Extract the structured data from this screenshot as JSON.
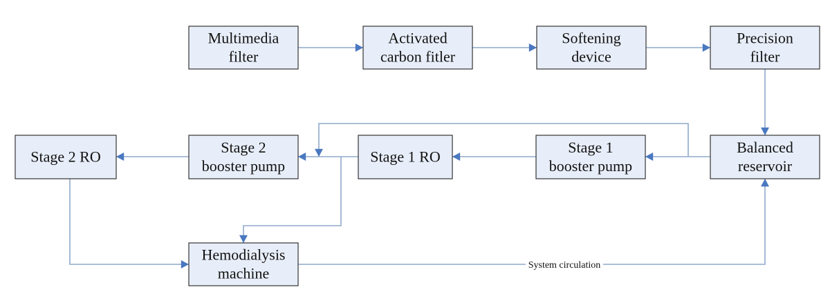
{
  "diagram": {
    "type": "flowchart",
    "nodes": [
      {
        "id": "multimedia_filter",
        "lines": [
          "Multimedia",
          "filter"
        ]
      },
      {
        "id": "activated_carbon_filter",
        "lines": [
          "Activated",
          "carbon fitler"
        ]
      },
      {
        "id": "softening_device",
        "lines": [
          "Softening",
          "device"
        ]
      },
      {
        "id": "precision_filter",
        "lines": [
          "Precision",
          "filter"
        ]
      },
      {
        "id": "balanced_reservoir",
        "lines": [
          "Balanced",
          "reservoir"
        ]
      },
      {
        "id": "stage1_booster_pump",
        "lines": [
          "Stage 1",
          "booster pump"
        ]
      },
      {
        "id": "stage1_ro",
        "lines": [
          "Stage 1 RO"
        ]
      },
      {
        "id": "stage2_booster_pump",
        "lines": [
          "Stage 2",
          "booster pump"
        ]
      },
      {
        "id": "stage2_ro",
        "lines": [
          "Stage 2 RO"
        ]
      },
      {
        "id": "hemodialysis_machine",
        "lines": [
          "Hemodialysis",
          "machine"
        ]
      }
    ],
    "edges": [
      {
        "from": "multimedia_filter",
        "to": "activated_carbon_filter",
        "label": ""
      },
      {
        "from": "activated_carbon_filter",
        "to": "softening_device",
        "label": ""
      },
      {
        "from": "softening_device",
        "to": "precision_filter",
        "label": ""
      },
      {
        "from": "precision_filter",
        "to": "balanced_reservoir",
        "label": ""
      },
      {
        "from": "balanced_reservoir",
        "to": "stage1_booster_pump",
        "label": ""
      },
      {
        "from": "stage1_booster_pump",
        "to": "stage1_ro",
        "label": ""
      },
      {
        "from": "stage1_ro",
        "to": "stage2_booster_pump",
        "label": ""
      },
      {
        "from": "balanced_reservoir",
        "to": "stage2_booster_pump",
        "label": "",
        "note": "bypass loop over top"
      },
      {
        "from": "stage2_booster_pump",
        "to": "stage2_ro",
        "label": ""
      },
      {
        "from": "stage1_ro",
        "to": "hemodialysis_machine",
        "label": ""
      },
      {
        "from": "stage2_ro",
        "to": "hemodialysis_machine",
        "label": ""
      },
      {
        "from": "hemodialysis_machine",
        "to": "balanced_reservoir",
        "label": "System circulation"
      }
    ]
  },
  "colors": {
    "box_fill": "#e8eef9",
    "box_stroke": "#333333",
    "connector": "#8fa9cc",
    "arrowhead": "#4a78c0"
  }
}
